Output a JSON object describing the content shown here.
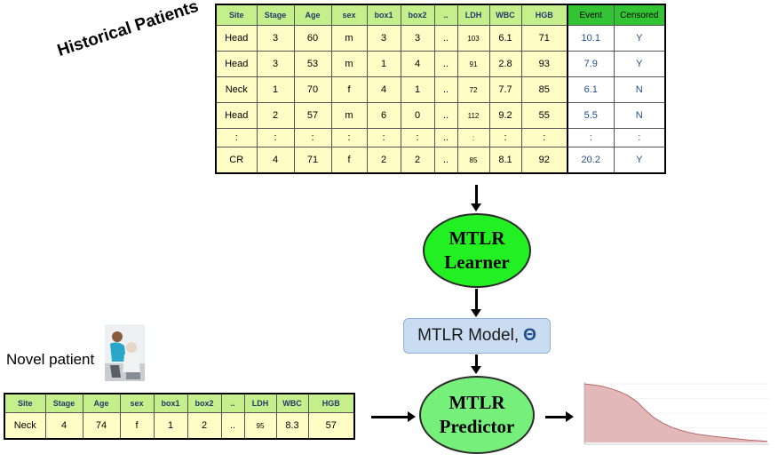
{
  "historical": {
    "label": "Historical Patients",
    "headers": [
      "Site",
      "Stage",
      "Age",
      "sex",
      "box1",
      "box2",
      "..",
      "LDH",
      "WBC",
      "HGB",
      "Event",
      "Censored"
    ],
    "rows": [
      [
        "Head",
        "3",
        "60",
        "m",
        "3",
        "3",
        "..",
        "103",
        "6.1",
        "71",
        "10.1",
        "Y"
      ],
      [
        "Head",
        "3",
        "53",
        "m",
        "1",
        "4",
        "..",
        "91",
        "2.8",
        "93",
        "7.9",
        "Y"
      ],
      [
        "Neck",
        "1",
        "70",
        "f",
        "4",
        "1",
        "..",
        "72",
        "7.7",
        "85",
        "6.1",
        "N"
      ],
      [
        "Head",
        "2",
        "57",
        "m",
        "6",
        "0",
        "..",
        "112",
        "9.2",
        "55",
        "5.5",
        "N"
      ],
      [
        ":",
        ":",
        ":",
        ":",
        ":",
        ":",
        "..",
        ":",
        ":",
        ":",
        ":",
        ":"
      ],
      [
        "CR",
        "4",
        "71",
        "f",
        "2",
        "2",
        "..",
        "85",
        "8.1",
        "92",
        "20.2",
        "Y"
      ]
    ]
  },
  "learner": {
    "line1": "MTLR",
    "line2": "Learner"
  },
  "model": {
    "label": "MTLR Model,",
    "symbol": "Θ"
  },
  "predictor": {
    "line1": "MTLR",
    "line2": "Predictor"
  },
  "novel": {
    "label": "Novel patient",
    "headers": [
      "Site",
      "Stage",
      "Age",
      "sex",
      "box1",
      "box2",
      "..",
      "LDH",
      "WBC",
      "HGB"
    ],
    "row": [
      "Neck",
      "4",
      "74",
      "f",
      "1",
      "2",
      "..",
      "95",
      "8.3",
      "57"
    ]
  },
  "survival_curve": {
    "y": [
      1.0,
      0.98,
      0.96,
      0.92,
      0.87,
      0.8,
      0.7,
      0.55,
      0.42,
      0.33,
      0.26,
      0.21,
      0.17,
      0.14,
      0.12,
      0.1,
      0.085,
      0.07,
      0.055,
      0.04,
      0.03,
      0.02
    ],
    "fill": "#e3b8b8",
    "stroke": "#b86a6a"
  },
  "colors": {
    "learner": "#22f022",
    "predictor": "#76f07a",
    "header": "#c5ef8a",
    "outcome_header": "#33c433",
    "cell": "#fffdc6",
    "model_box": "#c9dcf2"
  }
}
